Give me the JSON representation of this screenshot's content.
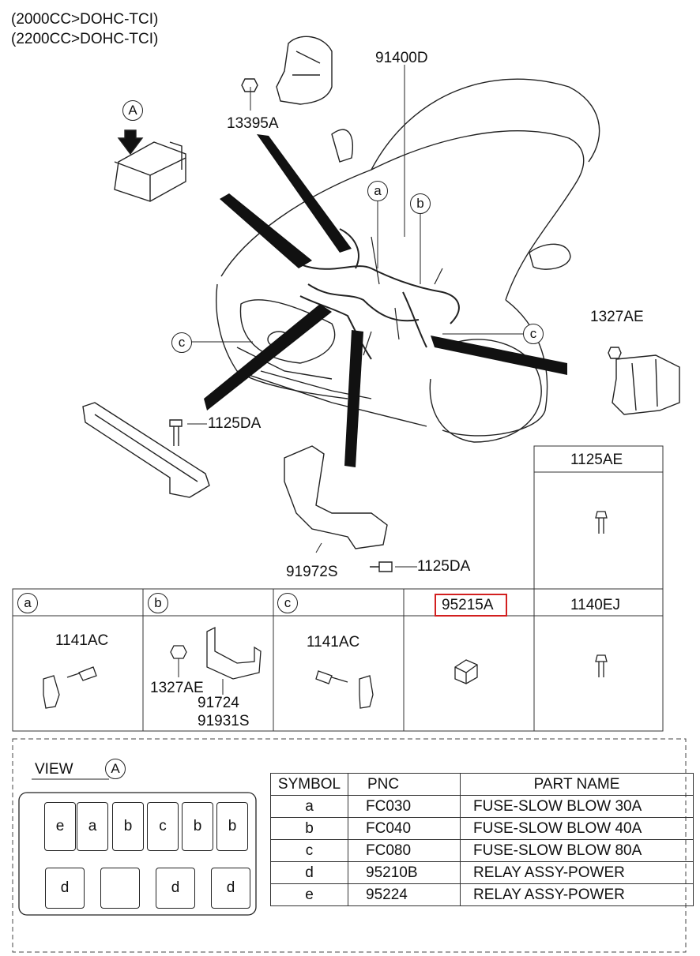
{
  "header": {
    "line1": "(2000CC>DOHC-TCI)",
    "line2": "(2200CC>DOHC-TCI)"
  },
  "callouts": {
    "harness": "91400D",
    "bracket_top": "13395A",
    "view_marker": "A",
    "nut_right": "1327AE",
    "bolt_left": "1125DA",
    "bracket_center": "91972S",
    "bolt_center": "1125DA",
    "circle_a": "a",
    "circle_b": "b",
    "circle_c_left": "c",
    "circle_c_right": "c"
  },
  "parts_grid": {
    "side_header": "1125AE",
    "cells": [
      {
        "symbol": "a",
        "parts": [
          "1141AC"
        ]
      },
      {
        "symbol": "b",
        "parts": [
          "1327AE",
          "91724",
          "91931S"
        ]
      },
      {
        "symbol": "c",
        "parts": [
          "1141AC"
        ]
      },
      {
        "code": "95215A"
      },
      {
        "code": "1140EJ"
      }
    ]
  },
  "view": {
    "title": "VIEW",
    "marker": "A",
    "top_row": [
      "e",
      "a",
      "b",
      "c",
      "b",
      "b"
    ],
    "bottom_row": [
      "d",
      "",
      "d",
      "d"
    ]
  },
  "legend": {
    "headers": [
      "SYMBOL",
      "PNC",
      "PART NAME"
    ],
    "rows": [
      [
        "a",
        "FC030",
        "FUSE-SLOW BLOW 30A"
      ],
      [
        "b",
        "FC040",
        "FUSE-SLOW BLOW 40A"
      ],
      [
        "c",
        "FC080",
        "FUSE-SLOW BLOW 80A"
      ],
      [
        "d",
        "95210B",
        "RELAY ASSY-POWER"
      ],
      [
        "e",
        "95224",
        "RELAY ASSY-POWER"
      ]
    ]
  }
}
